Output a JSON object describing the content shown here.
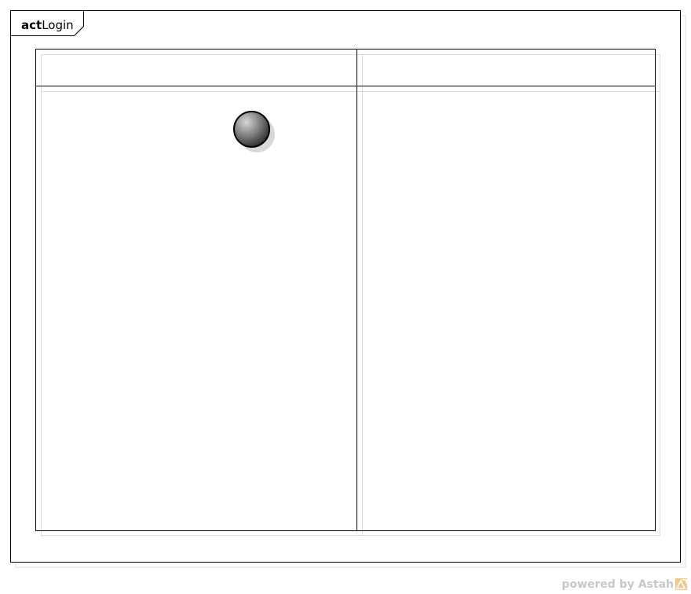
{
  "diagram": {
    "type": "UML activity diagram",
    "frame": {
      "keyword": "act",
      "name": "Login"
    },
    "partitions": [
      {
        "label": ""
      },
      {
        "label": ""
      }
    ],
    "nodes": [
      {
        "kind": "initial-node",
        "partition": 0
      }
    ]
  },
  "watermark": {
    "text": "powered by Astah"
  }
}
